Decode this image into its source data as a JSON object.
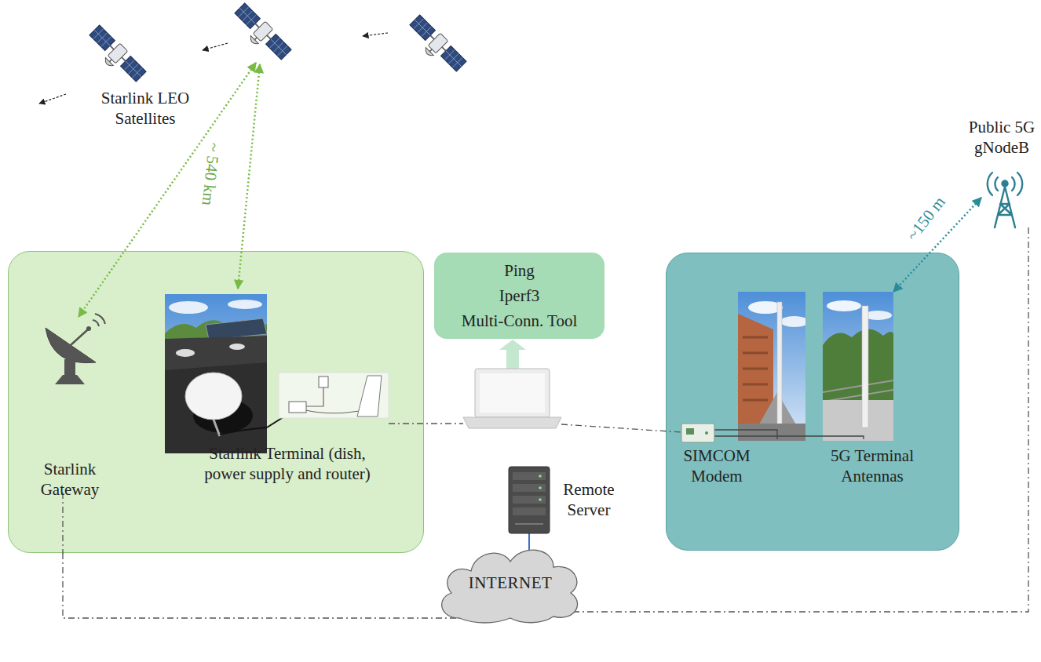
{
  "diagram": {
    "nodes": [
      {
        "text": [
          "Starlink Gateway",
          "Starlink Terminal (dish, power supply and router)"
        ]
      },
      {
        "text": [
          "Ping",
          "Iperf3",
          "Multi-Conn. Tool"
        ]
      },
      {
        "text": [
          "SIMCOM Modem",
          "5G Terminal Antennas"
        ]
      },
      {
        "text": [
          "INTERNET"
        ]
      }
    ],
    "edges": [
      {
        "from": 0,
        "to": 3,
        "arrow": "none"
      }
    ],
    "labels": [
      "Starlink LEO Satellites",
      "~ 540 km",
      "Public 5G gNodeB",
      "~150 m",
      "Remote Server"
    ]
  }
}
